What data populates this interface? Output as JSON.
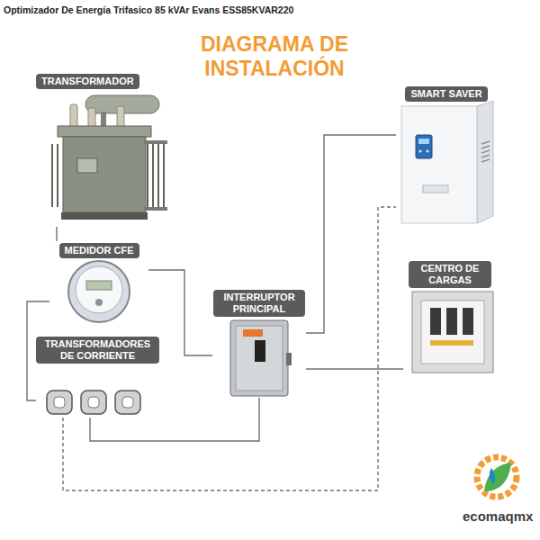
{
  "diagram": {
    "title": "DIAGRAMA DE INSTALACIÓN",
    "nodes": [
      {
        "text": [
          "TRANSFORMADOR"
        ]
      },
      {
        "text": [
          "SMART SAVER"
        ]
      },
      {
        "text": [
          "MEDIDOR CFE"
        ]
      },
      {
        "text": [
          "CENTRO DE CARGAS"
        ]
      },
      {
        "text": [
          "INTERRUPTOR PRINCIPAL"
        ]
      },
      {
        "text": [
          "TRANSFORMADORES DE CORRIENTE"
        ]
      }
    ],
    "edges": [
      {
        "from": 0,
        "to": 2,
        "arrow": "none"
      },
      {
        "from": 2,
        "to": 4,
        "arrow": "none"
      },
      {
        "from": 2,
        "to": 5,
        "arrow": "none"
      },
      {
        "from": 5,
        "to": 4,
        "arrow": "none"
      },
      {
        "from": 5,
        "to": 1,
        "arrow": "none"
      },
      {
        "from": 4,
        "to": 1,
        "arrow": "none"
      },
      {
        "from": 4,
        "to": 3,
        "arrow": "none"
      }
    ],
    "labels": [
      "Optimizador De Energía Trifasico 85 kVAr Evans ESS85KVAR220",
      "ecomaqmx"
    ]
  }
}
